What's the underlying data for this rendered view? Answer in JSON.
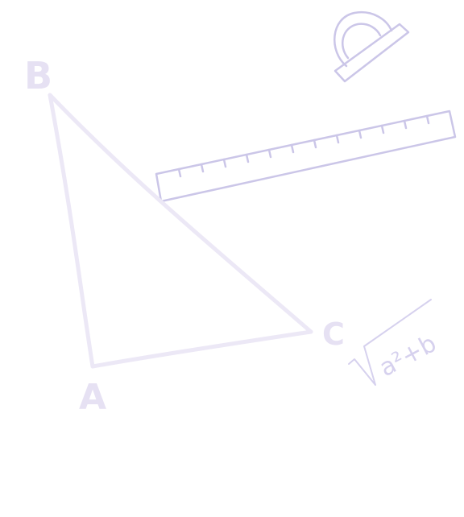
{
  "colors": {
    "triangle": "#ece8f6",
    "labels": "#e6e1f3",
    "tools": "#cbc6e8",
    "formula": "#d6d1ee"
  },
  "icons": {
    "protractor": "protractor-icon",
    "ruler": "ruler-icon",
    "triangle": "triangle-icon",
    "formula": "square-root-formula-icon"
  },
  "vertices": {
    "a": "A",
    "b": "B",
    "c": "C"
  },
  "formula": {
    "radicand": "a²+b"
  }
}
